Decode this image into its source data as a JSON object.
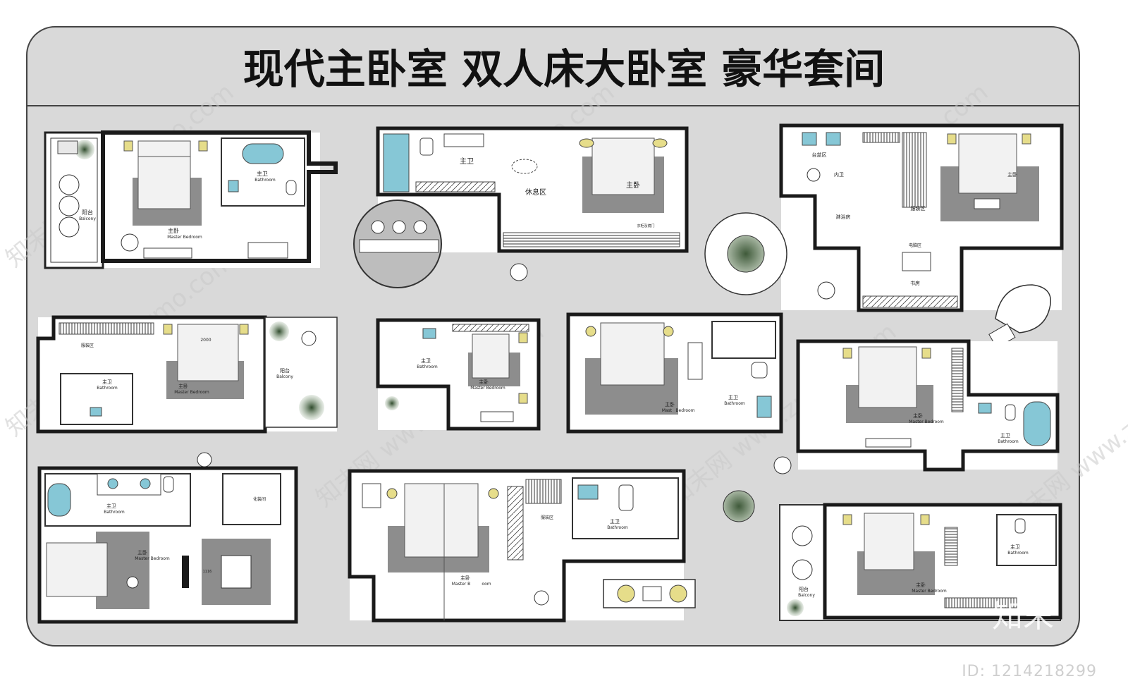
{
  "title": "现代主卧室 双人床大卧室 豪华套间",
  "watermark": "知末网 www.znzmo.com",
  "logo": "知末",
  "id_label": "ID: 1214218299",
  "plans": {
    "p1": {
      "bedroom": "主卧",
      "bedroom_en": "Master Bedroom",
      "bath": "主卫",
      "bath_en": "Bathroom",
      "balcony": "阳台",
      "balcony_en": "Balcony"
    },
    "p2": {
      "bedroom": "主卧",
      "bath": "主卫",
      "lounge": "休息区",
      "note": "衣柜及镜门"
    },
    "p3": {
      "bedroom": "主卧",
      "laundry": "台盆区",
      "wc": "内卫",
      "shower": "淋浴房",
      "closet": "服装区",
      "study_desk": "电脑区",
      "study": "书房"
    },
    "p4": {
      "closet": "服装区",
      "bath": "主卫",
      "bath_en": "Bathroom",
      "bedroom": "主卧",
      "bedroom_en": "Master Bedroom",
      "balcony": "阳台",
      "balcony_en": "Balcony",
      "dim": "2000"
    },
    "p5": {
      "bath": "主卫",
      "bath_en": "Bathroom",
      "bedroom": "主卧",
      "bedroom_en": "Master Bedroom"
    },
    "p6": {
      "bedroom": "主卧",
      "bedroom_en": "Mast",
      "bedroom_en2": "Bedroom",
      "bath": "主卫",
      "bath_en": "Bathroom"
    },
    "p7": {
      "bedroom": "主卧",
      "bedroom_en": "Master Bedroom",
      "bath": "主卫",
      "bath_en": "Bathroom"
    },
    "p8": {
      "bath": "主卫",
      "bath_en": "Bathroom",
      "bedroom": "主卧",
      "bedroom_en": "Master Bedroom",
      "dress": "化装间",
      "dim": "1116"
    },
    "p9": {
      "closet": "服装区",
      "bath": "主卫",
      "bath_en": "Bathroom",
      "bedroom": "主卧",
      "bedroom_en": "Master B",
      "bedroom_en2": "oom"
    },
    "p10": {
      "balcony": "阳台",
      "balcony_en": "Balcony",
      "bedroom": "主卧",
      "bedroom_en": "Master Bedroom",
      "bath": "主卫",
      "bath_en": "Bathroom"
    }
  },
  "colors": {
    "panel": "#d9d9d9",
    "rug": "#8d8d8d",
    "wall": "#1a1a1a",
    "water": "#86c7d6",
    "fixture": "#e6dd8a",
    "plant": "#3f5a3a"
  }
}
